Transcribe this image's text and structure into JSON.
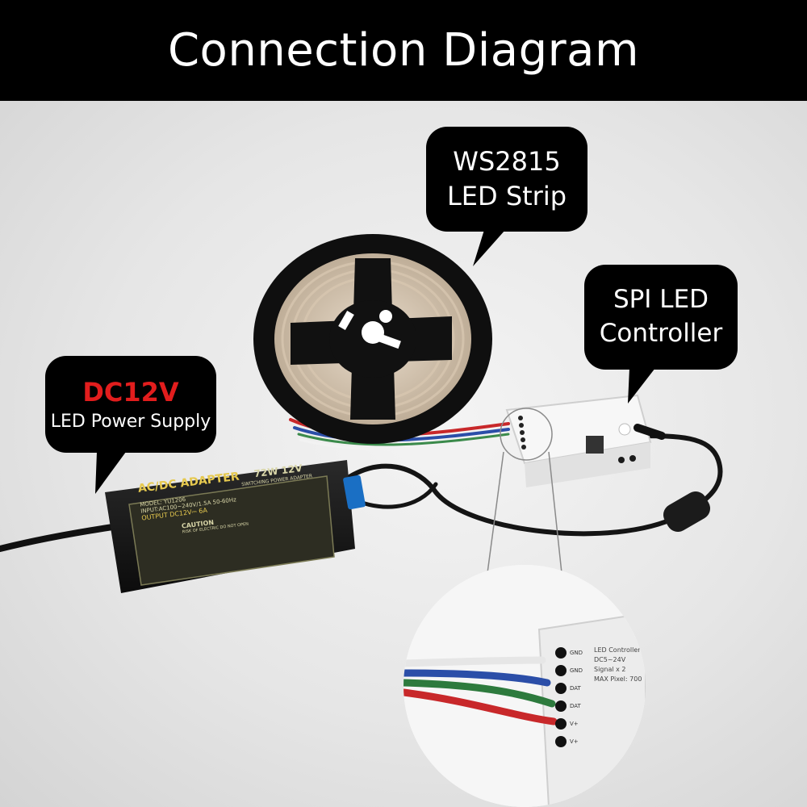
{
  "header": {
    "title": "Connection Diagram"
  },
  "callouts": {
    "strip": {
      "line1": "WS2815",
      "line2": "LED Strip"
    },
    "controller": {
      "line1": "SPI LED",
      "line2": "Controller"
    },
    "power": {
      "line1": "DC12V",
      "line2": "LED Power Supply"
    }
  },
  "adapter": {
    "brand_label": "AC/DC ADAPTER",
    "rating": "72W  12V",
    "subtitle": "SWITCHING POWER ADAPTER",
    "model": "MODEL: YU1206",
    "input": "INPUT:AC100~240V/1.5A 50-60Hz",
    "output": "OUTPUT DC12V⎓ 6A",
    "caution": "CAUTION",
    "caution_note": "RISK OF ELECTRIC  DO NOT OPEN"
  },
  "zoom": {
    "pins": [
      "GND",
      "GND",
      "DAT",
      "DAT",
      "V+",
      "V+"
    ],
    "spec_lines": [
      "LED Controller",
      "DC5~24V",
      "Signal x 2",
      "MAX Pixel: 700"
    ]
  },
  "colors": {
    "accent_red": "#e21d1d",
    "bubble": "#000000",
    "header": "#000000"
  }
}
